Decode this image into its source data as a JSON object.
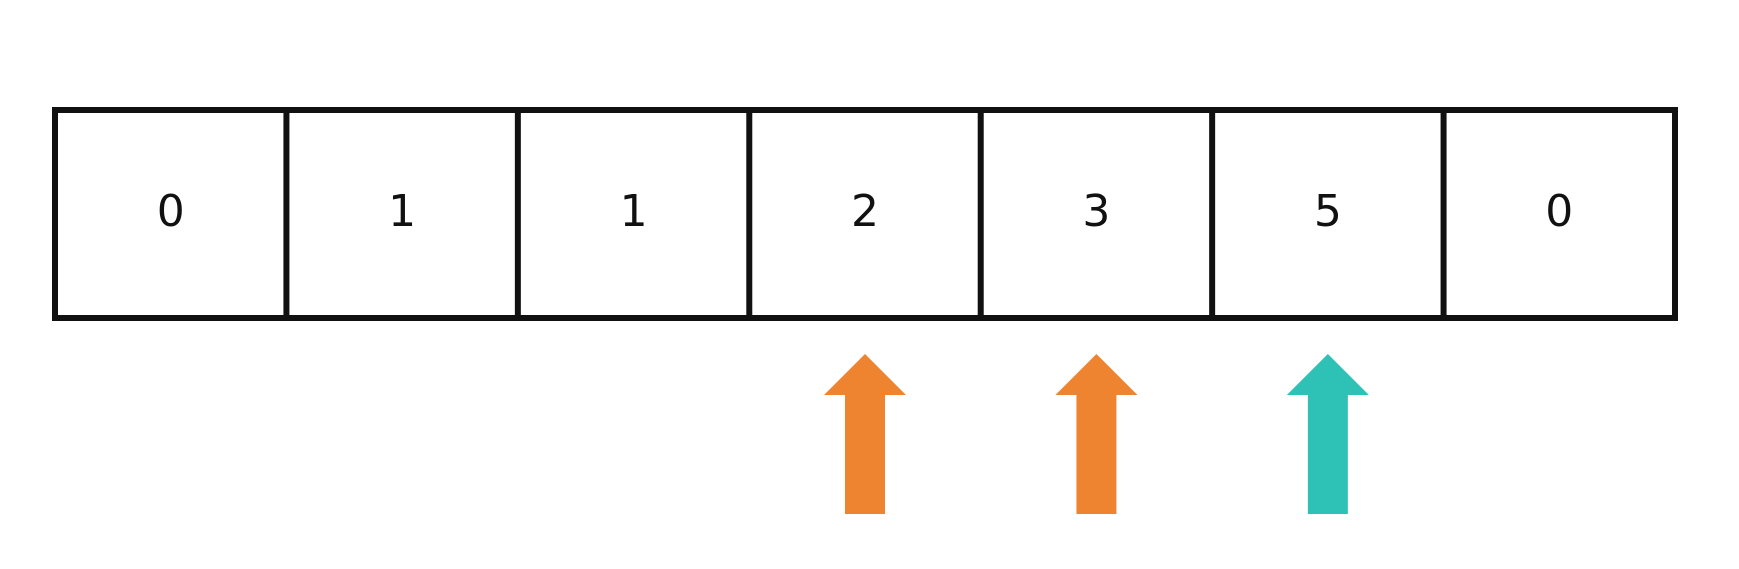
{
  "array": {
    "cells": [
      {
        "value": "0"
      },
      {
        "value": "1"
      },
      {
        "value": "1"
      },
      {
        "value": "2"
      },
      {
        "value": "3"
      },
      {
        "value": "5"
      },
      {
        "value": "0"
      }
    ]
  },
  "pointers": [
    {
      "cell_index": 3,
      "color": "#EF8430",
      "icon": "up-arrow-icon"
    },
    {
      "cell_index": 4,
      "color": "#EF8430",
      "icon": "up-arrow-icon"
    },
    {
      "cell_index": 5,
      "color": "#2EC1B6",
      "icon": "up-arrow-icon"
    }
  ]
}
